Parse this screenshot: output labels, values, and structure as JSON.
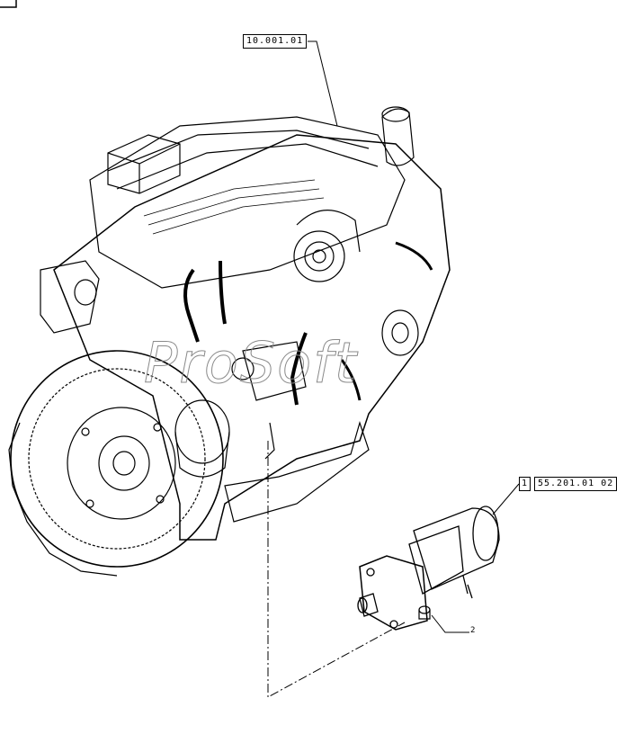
{
  "callouts": {
    "engine_ref": "10.001.01",
    "starter_item": "1",
    "starter_ref": "55.201.01 02",
    "bolt_item": "2"
  },
  "watermark": "ProSoft",
  "colors": {
    "line": "#000000",
    "watermark": "#8a8a8a",
    "background": "#ffffff"
  }
}
